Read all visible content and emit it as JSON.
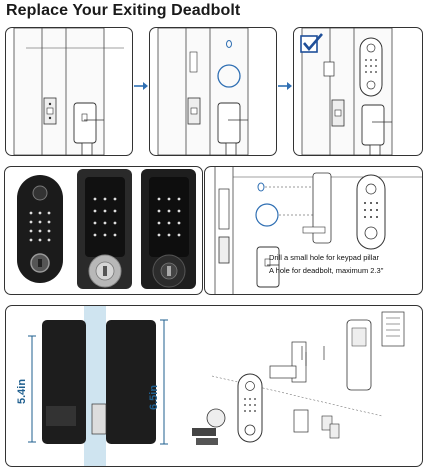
{
  "title": "Replace Your Exiting Deadbolt",
  "notes": {
    "keypad_hole": "Drill a small hole for keypad pillar",
    "deadbolt_hole": "A hole for deadbolt, maximum 2.3\""
  },
  "dimensions": {
    "small": "5.4in",
    "large": "6.5in"
  },
  "colors": {
    "arrow": "#2f6fb3",
    "check": "#1f4f99",
    "dimension": "#1f5f8f"
  },
  "icons": [
    "arrow-right-icon",
    "checkbox-check-icon"
  ]
}
